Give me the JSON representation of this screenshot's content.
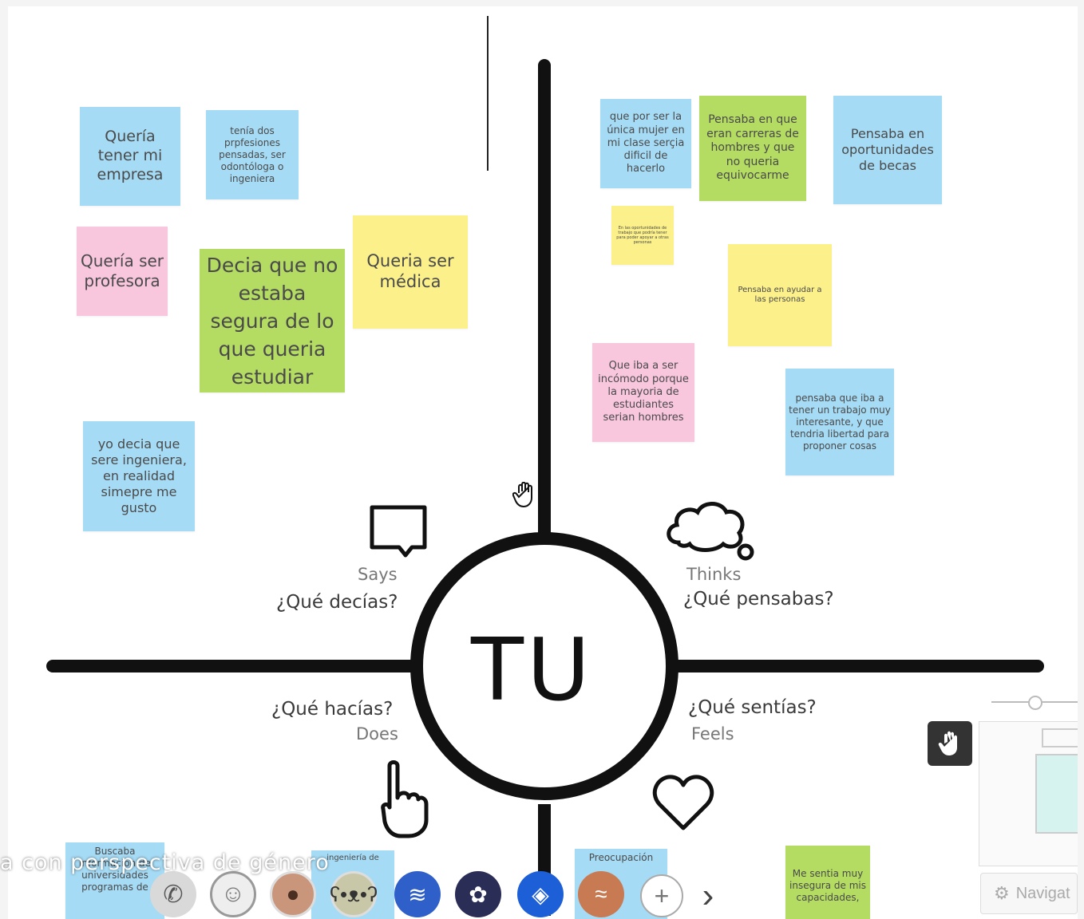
{
  "board": {
    "center_label": "TU",
    "quadrants": {
      "says": {
        "title": "Says",
        "question": "¿Qué decías?"
      },
      "thinks": {
        "title": "Thinks",
        "question": "¿Qué pensabas?"
      },
      "does": {
        "title": "Does",
        "question": "¿Qué hacías?"
      },
      "feels": {
        "title": "Feels",
        "question": "¿Qué sentías?"
      }
    }
  },
  "notes": {
    "says": [
      {
        "text": "Quería tener mi empresa",
        "color": "blue"
      },
      {
        "text": "tenía dos prpfesiones pensadas, ser odontóloga o ingeniera",
        "color": "blue"
      },
      {
        "text": "Quería ser profesora",
        "color": "pink"
      },
      {
        "text": "Decia que no estaba segura de lo que queria estudiar",
        "color": "green"
      },
      {
        "text": "Queria ser médica",
        "color": "yellow"
      },
      {
        "text": "yo decia que sere ingeniera, en realidad simepre me gusto",
        "color": "blue"
      }
    ],
    "thinks": [
      {
        "text": "que por ser la única mujer en mi clase serçia dificil de hacerlo",
        "color": "blue"
      },
      {
        "text": "Pensaba en que eran carreras de hombres y que no queria equivocarme",
        "color": "green"
      },
      {
        "text": "Pensaba en oportunidades de becas",
        "color": "blue"
      },
      {
        "text": "En las oportunidades de trabajo que podría tener para poder apoyar a otras personas",
        "color": "yellow"
      },
      {
        "text": "Pensaba en ayudar a las personas",
        "color": "yellow"
      },
      {
        "text": "Que iba a ser incómodo porque la mayoria de estudiantes serian hombres",
        "color": "pink"
      },
      {
        "text": "pensaba que iba a tener un trabajo muy interesante, y que tendria libertad para proponer cosas",
        "color": "blue"
      }
    ],
    "bottom": [
      {
        "text": "Buscaba información de universidades programas de",
        "color": "blue"
      },
      {
        "text": "ingeniería de",
        "color": "blue"
      },
      {
        "text": "Preocupación",
        "color": "blue"
      },
      {
        "text": "Me sentia muy insegura de mis capacidades,",
        "color": "green"
      }
    ]
  },
  "caption": "a con perspectiva de género",
  "navigator": {
    "label": "Navigat"
  },
  "toolbar": {
    "add": "+",
    "next": "›"
  },
  "colors": {
    "blue": "#a6dbf5",
    "green": "#b4dc63",
    "yellow": "#fbf08a",
    "pink": "#f8c6dd",
    "line": "#111111"
  },
  "icons": [
    "phone-icon",
    "emoji-icon",
    "user-avatar",
    "bear-avatar",
    "shrimp-avatar",
    "ladybug-avatar",
    "raccoon-avatar",
    "shark-avatar",
    "plus-icon",
    "chevron-right-icon",
    "hand-icon",
    "gear-icon"
  ]
}
